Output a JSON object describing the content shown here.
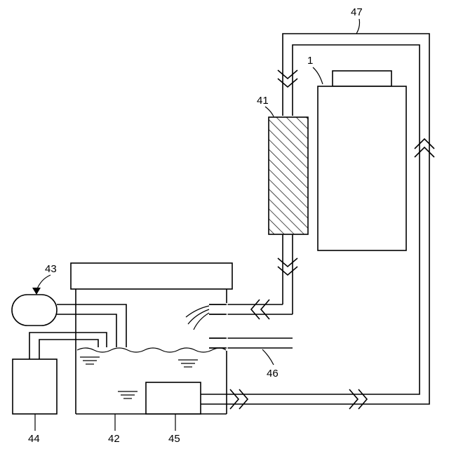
{
  "diagram": {
    "labels": {
      "device": "1",
      "filter": "41",
      "tank": "42",
      "pump_unit": "43",
      "side_box": "44",
      "submerged_unit": "45",
      "lower_pipe": "46",
      "return_pipe": "47"
    }
  }
}
